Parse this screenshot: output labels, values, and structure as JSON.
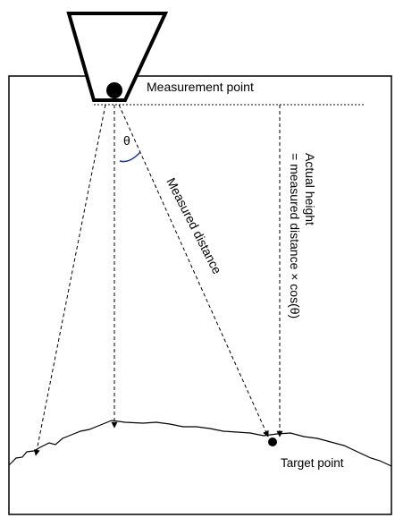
{
  "labels": {
    "measurement_point": "Measurement point",
    "theta": "θ",
    "measured_distance": "Measured distance",
    "actual_height_line1": "Actual height",
    "actual_height_line2": "= measured  distance × cos(θ)",
    "target_point": "Target point"
  },
  "colors": {
    "stroke": "#000000",
    "angle_arc": "#1f3a93",
    "background": "#ffffff"
  }
}
